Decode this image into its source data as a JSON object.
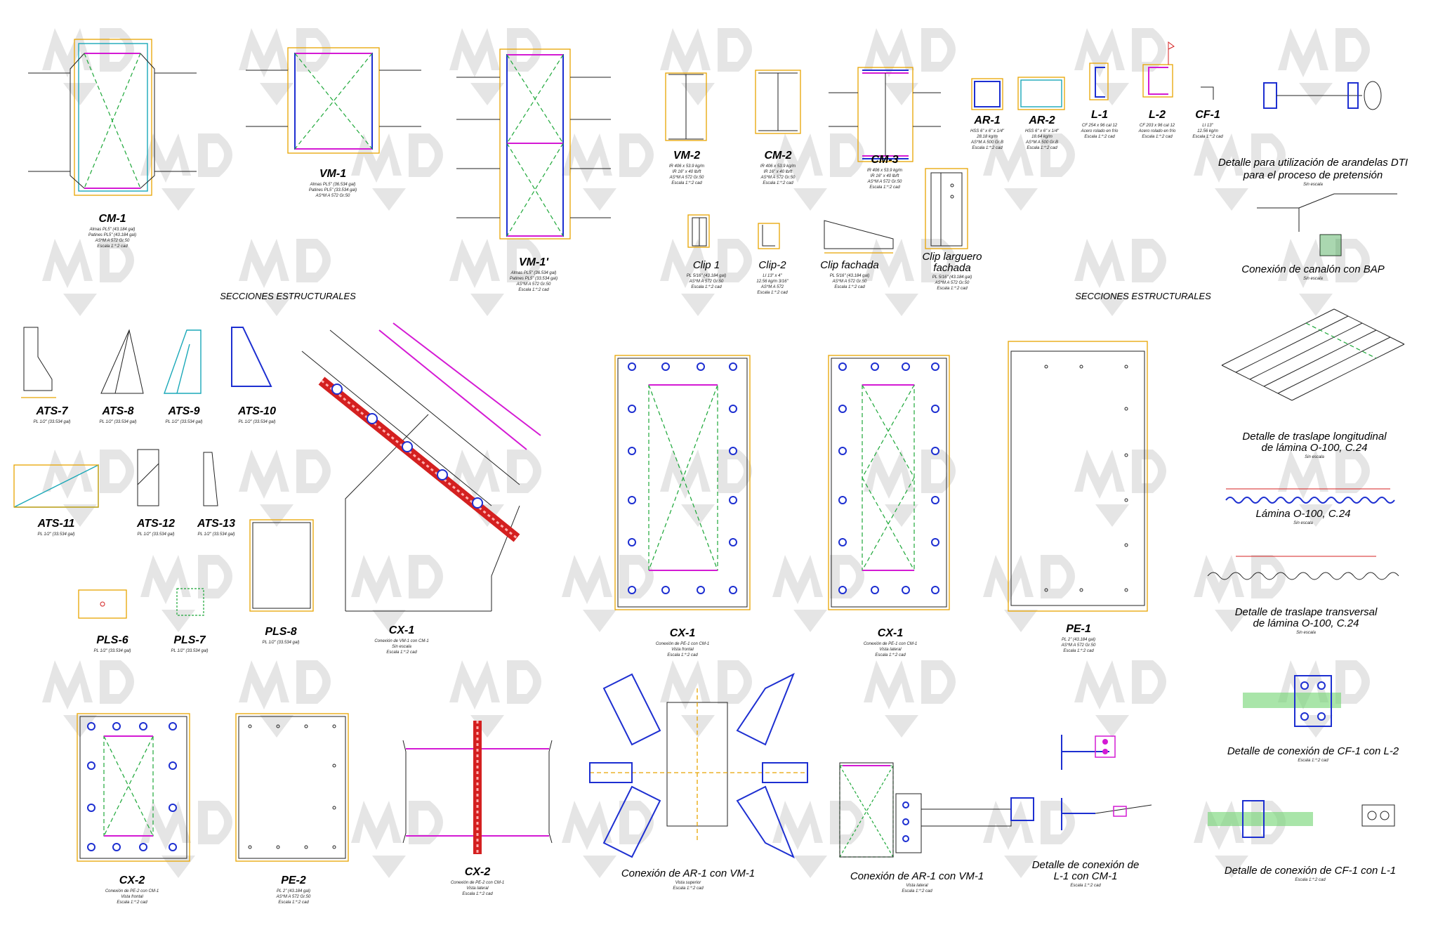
{
  "section_headers": {
    "left": "SECCIONES ESTRUCTURALES",
    "right": "SECCIONES ESTRUCTURALES"
  },
  "row1": [
    {
      "id": "cm1",
      "title": "CM-1",
      "notes": [
        "Almas PL5\" (43.184 gal)",
        "Patines PL5\" (43.184 gal)",
        "AS*M A 572 Gr.50",
        "Escala 1:*:2 cad"
      ]
    },
    {
      "id": "vm1",
      "title": "VM-1",
      "notes": [
        "Almas PL5\" (36.534 gal)",
        "Patines PL5\" (33.534 gal)",
        "AS*M A 572 Gr.50"
      ]
    },
    {
      "id": "vm1b",
      "title": "VM-1'",
      "notes": [
        "Almas PL5\" (36.534 gal)",
        "Patines PL5\" (33.534 gal)",
        "AS*M A 572 Gr.50",
        "Escala 1:*:2 cad"
      ]
    },
    {
      "id": "vm2",
      "title": "VM-2",
      "notes": [
        "IR 406 x 53.9 kg/m",
        "IR 16\" x 40 lb/ft",
        "AS*M A 572 Gr.50",
        "Escala 1:*:2 cad"
      ]
    },
    {
      "id": "cm2",
      "title": "CM-2",
      "notes": [
        "IR 406 x 53.9 kg/m",
        "IR 16\" x 40 lb/ft",
        "AS*M A 572 Gr.50",
        "Escala 1:*:2 cad"
      ]
    },
    {
      "id": "cm3",
      "title": "CM-3",
      "notes": [
        "IR 406 x 53.9 kg/m",
        "IR 16\" x 40 lb/ft",
        "AS*M A 572 Gr.50",
        "Escala 1:*:2 cad"
      ]
    },
    {
      "id": "ar1",
      "title": "AR-1",
      "notes": [
        "HSS 6\" x 6\" x 1/4\"",
        "28.18 kg/m",
        "AS*M A 500 Gr.B",
        "Escala 1:*:2 cad"
      ]
    },
    {
      "id": "ar2",
      "title": "AR-2",
      "notes": [
        "HSS 6\" x 6\" x 1/4\"",
        "18.64 kg/m",
        "AS*M A 500 Gr.B",
        "Escala 1:*:2 cad"
      ]
    },
    {
      "id": "l1",
      "title": "L-1",
      "notes": [
        "CF 254 x 96 cal 12",
        "Acero rolado en frío",
        "Escala 1:*:2 cad"
      ]
    },
    {
      "id": "l2",
      "title": "L-2",
      "notes": [
        "CF 203 x 96 cal 12",
        "Acero rolado en frío",
        "Escala 1:*:2 cad"
      ]
    },
    {
      "id": "cf1",
      "title": "CF-1",
      "notes": [
        "LI 13\"",
        "12.56 kg/m",
        "Escala 1:*:2 cad"
      ]
    }
  ],
  "clips": [
    {
      "id": "clip1",
      "title": "Clip 1",
      "notes": [
        "PL 5/16\" (43.184 gal)",
        "AS*M A 572 Gr.50",
        "Escala 1:*:2 cad"
      ]
    },
    {
      "id": "clip2",
      "title": "Clip-2",
      "notes": [
        "LI 13\" x 4\"",
        "12.56 kg/m 3/16\"",
        "AS*M A 572",
        "Escala 1:*:2 cad"
      ]
    },
    {
      "id": "clipfach",
      "title": "Clip fachada",
      "notes": [
        "PL 5/16\" (43.184 gal)",
        "AS*M A 572 Gr.50",
        "Escala 1:*:2 cad"
      ]
    },
    {
      "id": "cliplarg",
      "title1": "Clip larguero",
      "title2": "fachada",
      "notes": [
        "PL 5/16\" (43.184 gal)",
        "AS*M A 572 Gr.50",
        "Escala 1:*:2 cad"
      ]
    }
  ],
  "right_details": {
    "dti": {
      "title1": "Detalle para utilización de arandelas DTI",
      "title2": "para el proceso de pretensión",
      "note": "Sin escala"
    },
    "bap": {
      "title": "Conexión de canalón con BAP",
      "note": "Sin escala"
    },
    "traslape_long": {
      "title1": "Detalle de traslape longitudinal",
      "title2": "de lámina O-100, C.24",
      "note": "Sin escala"
    },
    "lamina": {
      "title": "Lámina O-100, C.24",
      "note": "Sin escala"
    },
    "traslape_trans": {
      "title1": "Detalle de traslape transversal",
      "title2": "de lámina O-100, C.24",
      "note": "Sin escala"
    },
    "cf1_l2": {
      "title": "Detalle de conexión de CF-1 con L-2",
      "note": "Escala 1:*:2 cad"
    },
    "cf1_l1": {
      "title": "Detalle de conexión de CF-1 con L-1",
      "note": "Escala 1:*:2 cad"
    }
  },
  "row2": [
    {
      "id": "ats7",
      "title": "ATS-7"
    },
    {
      "id": "ats8",
      "title": "ATS-8"
    },
    {
      "id": "ats9",
      "title": "ATS-9"
    },
    {
      "id": "ats10",
      "title": "ATS-10"
    },
    {
      "id": "ats11",
      "title": "ATS-11"
    },
    {
      "id": "ats12",
      "title": "ATS-12"
    },
    {
      "id": "ats13",
      "title": "ATS-13"
    },
    {
      "id": "pls6",
      "title": "PLS-6"
    },
    {
      "id": "pls7",
      "title": "PLS-7"
    },
    {
      "id": "pls8",
      "title": "PLS-8"
    }
  ],
  "plate_note": [
    "PL 1/2\" (33.534 gal)",
    "AS*M A 572 Gr.50",
    "Escala 1:*:2 cad"
  ],
  "cx_views": [
    {
      "id": "cx1a",
      "title": "CX-1",
      "notes": [
        "Conexión de VM-1 con CM-1",
        "Sin escala",
        "Escala 1:*:2 cad"
      ]
    },
    {
      "id": "cx1b",
      "title": "CX-1",
      "notes": [
        "Conexión de PE-1 con CM-1",
        "Vista frontal",
        "Escala 1:*:2 cad"
      ]
    },
    {
      "id": "cx1c",
      "title": "CX-1",
      "notes": [
        "Conexión de PE-1 con CM-1",
        "Vista lateral",
        "Escala 1:*:2 cad"
      ]
    },
    {
      "id": "pe1",
      "title": "PE-1",
      "notes": [
        "PL 2\" (43.184 gal)",
        "AS*M A 572 Gr.50",
        "Escala 1:*:2 cad"
      ]
    }
  ],
  "row4": [
    {
      "id": "cx2a",
      "title": "CX-2",
      "notes": [
        "Conexión de PE-2 con CM-1",
        "Vista frontal",
        "Escala 1:*:2 cad"
      ]
    },
    {
      "id": "pe2",
      "title": "PE-2",
      "notes": [
        "PL 2\" (43.184 gal)",
        "AS*M A 572 Gr.50",
        "Escala 1:*:2 cad"
      ]
    },
    {
      "id": "cx2b",
      "title": "CX-2",
      "notes": [
        "Conexión de PE-2 con CM-1",
        "Vista lateral",
        "Escala 1:*:2 cad"
      ]
    },
    {
      "id": "ar1vm1a",
      "title": "Conexión de AR-1 con VM-1",
      "notes": [
        "Vista superior",
        "Escala 1:*:2 cad"
      ]
    },
    {
      "id": "ar1vm1b",
      "title": "Conexión de AR-1 con VM-1",
      "notes": [
        "Vista lateral",
        "Escala 1:*:2 cad"
      ]
    },
    {
      "id": "l1cm1",
      "title1": "Detalle de conexión de",
      "title2": "L-1 con CM-1",
      "notes": [
        "Escala 1:*:2 cad"
      ]
    }
  ]
}
